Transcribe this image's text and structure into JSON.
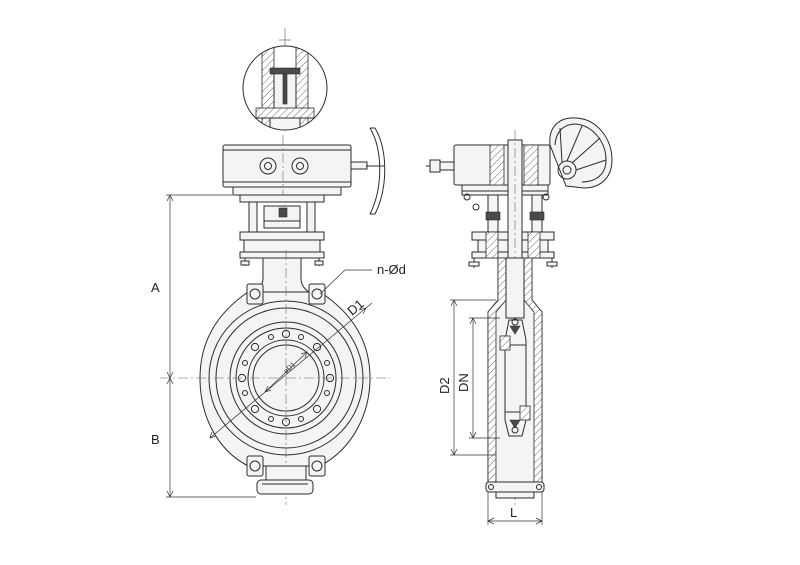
{
  "labels": {
    "bolt_holes": "n-Ød",
    "d1": "D1",
    "a": "A",
    "b": "B",
    "d2": "D2",
    "dn": "DN",
    "l": "L",
    "small_d1": "øD1"
  }
}
